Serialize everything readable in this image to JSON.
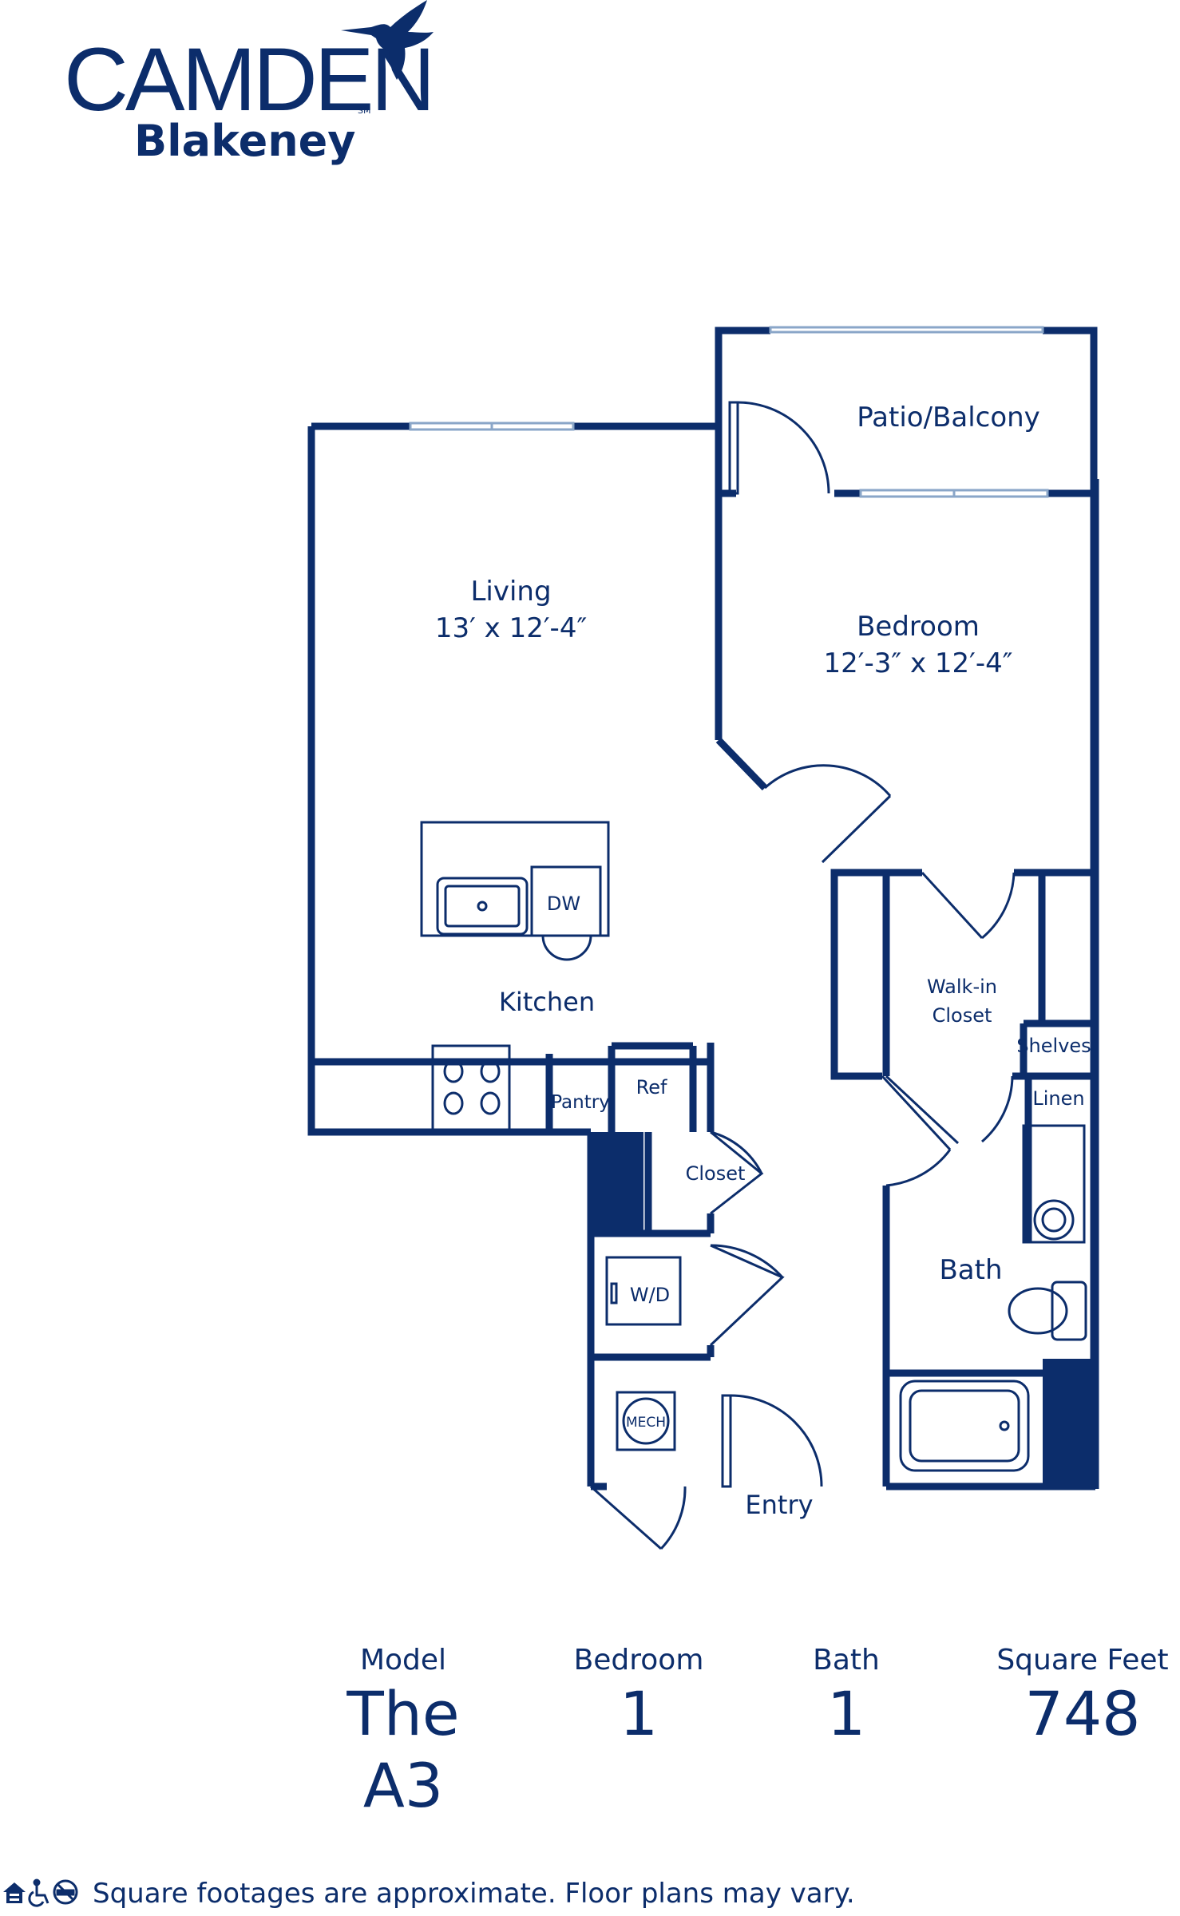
{
  "brand": {
    "name": "CAMDEN",
    "service_mark": "SM",
    "community": "Blakeney",
    "logo_icon": "hummingbird-icon"
  },
  "floorplan": {
    "rooms": {
      "patio": "Patio/Balcony",
      "living_name": "Living",
      "living_dims": "13′ x 12′-4″",
      "bedroom_name": "Bedroom",
      "bedroom_dims": "12′-3″ x 12′-4″",
      "kitchen": "Kitchen",
      "dishwasher": "DW",
      "pantry": "Pantry",
      "refrigerator": "Ref",
      "walkin_line1": "Walk-in",
      "walkin_line2": "Closet",
      "shelves": "Shelves",
      "linen": "Linen",
      "closet": "Closet",
      "washer_dryer": "W/D",
      "bath": "Bath",
      "mech": "MECH",
      "entry": "Entry"
    }
  },
  "specs": {
    "model_label": "Model",
    "model_value": "The A3",
    "bedroom_label": "Bedroom",
    "bedroom_value": "1",
    "bath_label": "Bath",
    "bath_value": "1",
    "sqft_label": "Square Feet",
    "sqft_value": "748"
  },
  "footer": {
    "icons": [
      "equal-housing-icon",
      "accessibility-icon",
      "no-smoking-icon"
    ],
    "disclaimer": "Square footages are approximate. Floor plans may vary."
  },
  "colors": {
    "navy": "#0c2d6b",
    "light_line": "#8aa6c8"
  }
}
